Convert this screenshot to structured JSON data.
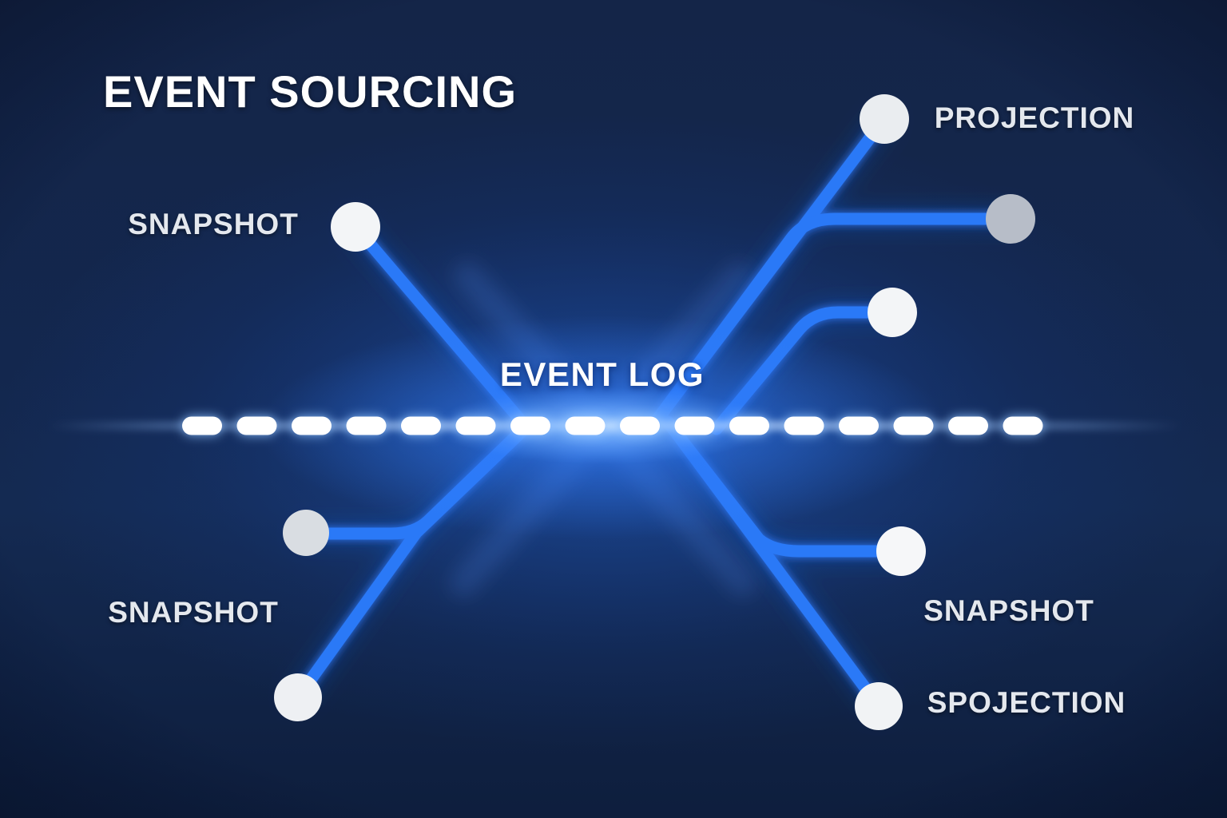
{
  "title": "EVENT SOURCING",
  "diagram": {
    "event_log_label": "EVENT LOG",
    "labels": {
      "snapshot_upper_left": "SNAPSHOT",
      "projection": "PROJECTION",
      "snapshot_lower_left": "SNAPSHOT",
      "snapshot_lower_right": "SNAPSHOT",
      "spojection": "SPOJECTION"
    },
    "node_colors": {
      "snapshot_upper_left": "#f3f5f7",
      "projection": "#eaedf0",
      "right_gray": "#b7bdc8",
      "mid_right_white": "#f3f5f7",
      "lower_left_gray": "#d9dde2",
      "lower_left_white": "#eef0f3",
      "lower_right_white": "#f6f7f9",
      "bottom_white": "#f1f3f5"
    },
    "line_color": "#2b79f7",
    "dash_color": "#ffffff",
    "dash_count": 16,
    "glow_color": "#2e7dff",
    "background_top": "#142548",
    "background_bottom": "#0e1e3d"
  }
}
